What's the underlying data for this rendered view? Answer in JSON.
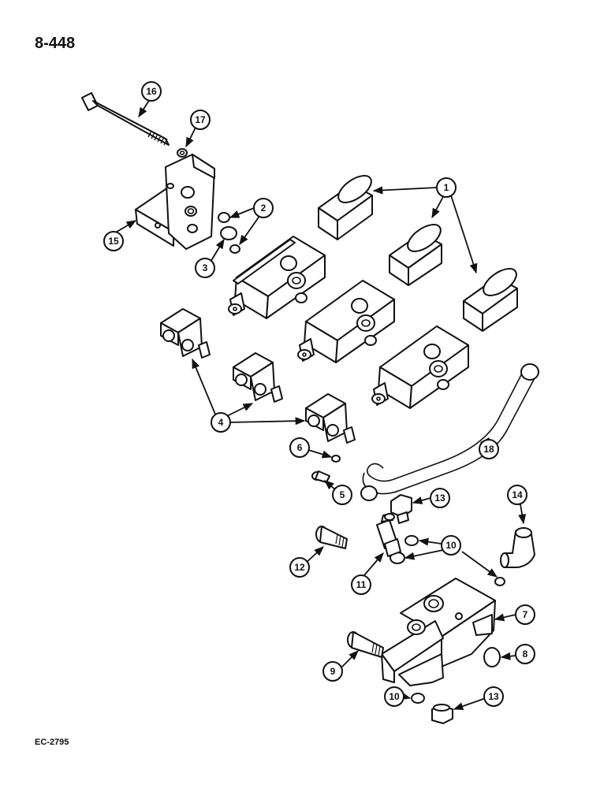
{
  "page_number": "8-448",
  "reference_code": "EC-2795",
  "callouts": {
    "c1": "1",
    "c2": "2",
    "c3": "3",
    "c4": "4",
    "c5": "5",
    "c6": "6",
    "c7": "7",
    "c8": "8",
    "c9": "9",
    "c10a": "10",
    "c10b": "10",
    "c11": "11",
    "c12": "12",
    "c13a": "13",
    "c13b": "13",
    "c14": "14",
    "c15": "15",
    "c16": "16",
    "c17": "17",
    "c18": "18"
  }
}
